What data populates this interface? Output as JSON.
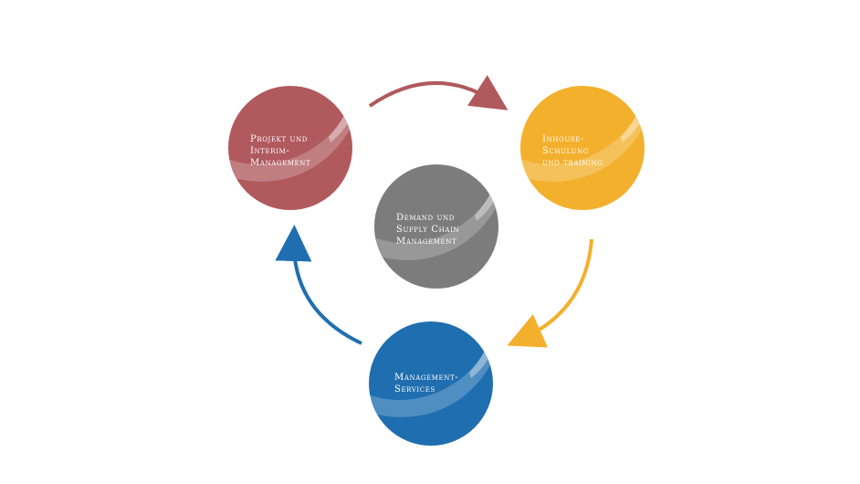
{
  "circles": [
    {
      "id": "projekt",
      "lines": [
        "Projekt und",
        "Interim-",
        "Management"
      ],
      "color": "#b05a5e"
    },
    {
      "id": "inhouse",
      "lines": [
        "Inhouse-",
        "Schulung",
        "und training"
      ],
      "color": "#f3b02d"
    },
    {
      "id": "demand",
      "lines": [
        "Demand und",
        "Supply Chain",
        "Management"
      ],
      "color": "#7c7c7c"
    },
    {
      "id": "services",
      "lines": [
        "Management-",
        "Services"
      ],
      "color": "#1f6fb0"
    }
  ],
  "arrows": [
    {
      "from": "projekt",
      "to": "inhouse",
      "color": "#b05a5e"
    },
    {
      "from": "inhouse",
      "to": "services",
      "color": "#f3b02d"
    },
    {
      "from": "services",
      "to": "projekt",
      "color": "#1f6fb0"
    }
  ]
}
